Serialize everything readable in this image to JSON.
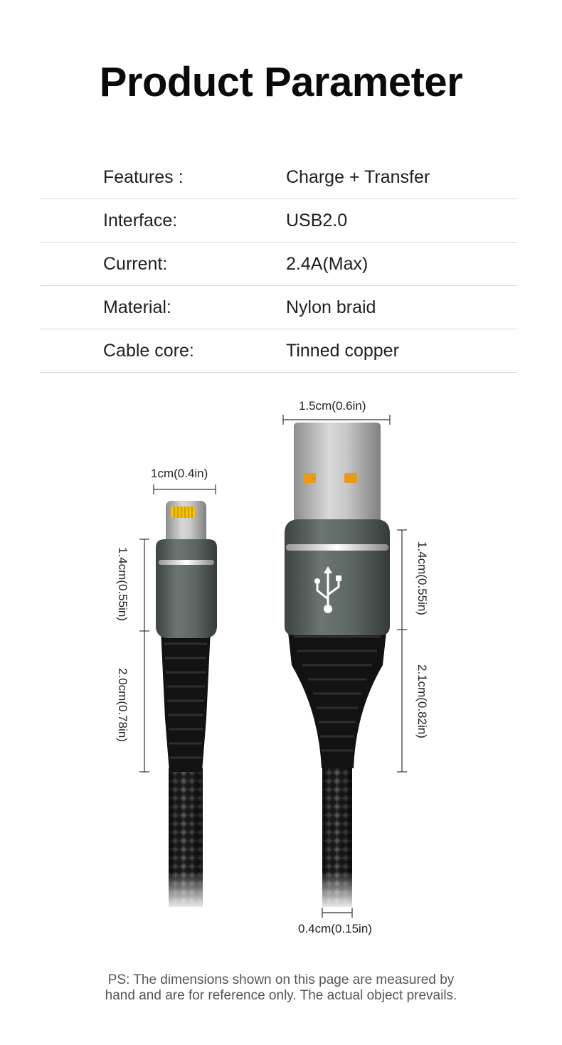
{
  "title": "Product Parameter",
  "parameters": [
    {
      "label": "Features :",
      "value": "Charge + Transfer"
    },
    {
      "label": "Interface:",
      "value": "USB2.0"
    },
    {
      "label": "Current:",
      "value": "2.4A(Max)"
    },
    {
      "label": "Material:",
      "value": "Nylon braid"
    },
    {
      "label": "Cable core:",
      "value": "Tinned copper"
    }
  ],
  "dimensions": {
    "usb_width": "1.5cm(0.6in)",
    "lightning_width": "1cm(0.4in)",
    "lightning_head": "1.4cm(0.55in)",
    "lightning_sleeve": "2.0cm(0.78in)",
    "usb_head": "1.4cm(0.55in)",
    "usb_sleeve": "2.1cm(0.82in)",
    "cable_diameter": "0.4cm(0.15in)"
  },
  "note": {
    "line1": "PS: The dimensions shown on this page are measured by",
    "line2": "hand and are for reference only. The actual object prevails."
  },
  "colors": {
    "housing": "#5b6360",
    "sleeve": "#111111",
    "contacts": "#f2c200",
    "usb_pins": "#e89a1a"
  },
  "icons": [
    "usb-icon"
  ]
}
